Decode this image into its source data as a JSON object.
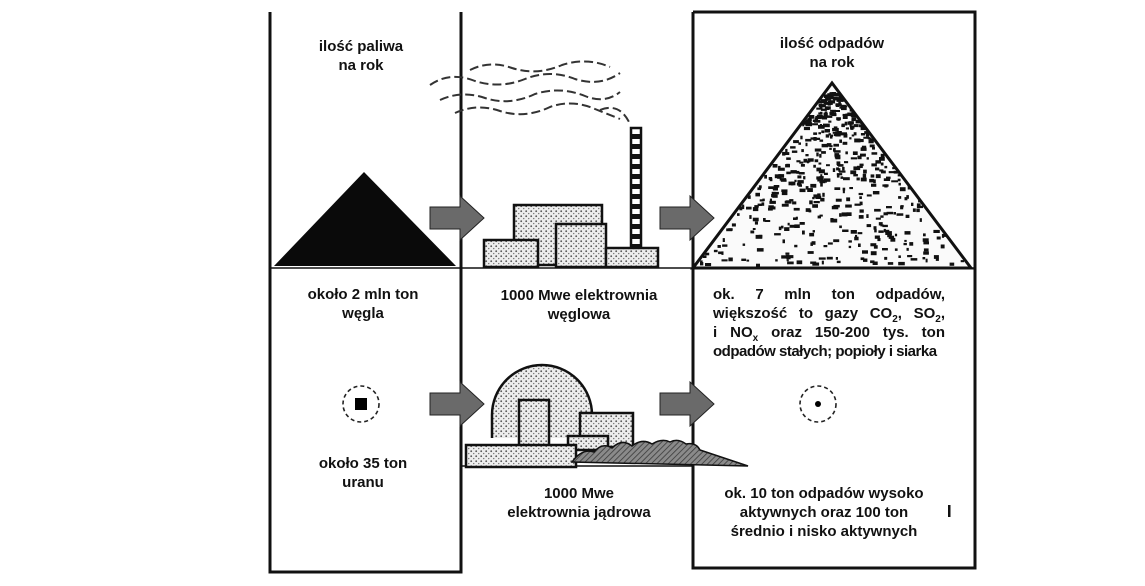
{
  "diagram": {
    "left": {
      "header": [
        "ilość paliwa",
        "na rok"
      ],
      "coal_amount": [
        "około 2 mln ton",
        "węgla"
      ],
      "uranium_amount": [
        "około 35 ton",
        "uranu"
      ]
    },
    "middle": {
      "coal_plant": [
        "1000 Mwe elektrownia",
        "węglowa"
      ],
      "nuclear_plant": [
        "1000 Mwe",
        "elektrownia jądrowa"
      ]
    },
    "right": {
      "header": [
        "ilość odpadów",
        "na rok"
      ],
      "coal_waste": {
        "l1": "ok. 7 mln ton odpadów,",
        "l2_a": "większość to gazy CO",
        "l2_sub1": "2",
        "l2_b": ", SO",
        "l2_sub2": "2",
        "l2_c": ",",
        "l3_a": "i NO",
        "l3_sub": "x",
        "l3_b": " oraz 150-200 tys. ton",
        "l4": "odpadów stałych; popioły i siarka"
      },
      "nuclear_waste": [
        "ok. 10 ton odpadów wysoko",
        "aktywnych oraz 100 ton",
        "średnio i nisko aktywnych"
      ]
    },
    "colors": {
      "ink": "#111111",
      "arrow": "#6a6a6a",
      "stipple": "#d9d9d9"
    }
  }
}
